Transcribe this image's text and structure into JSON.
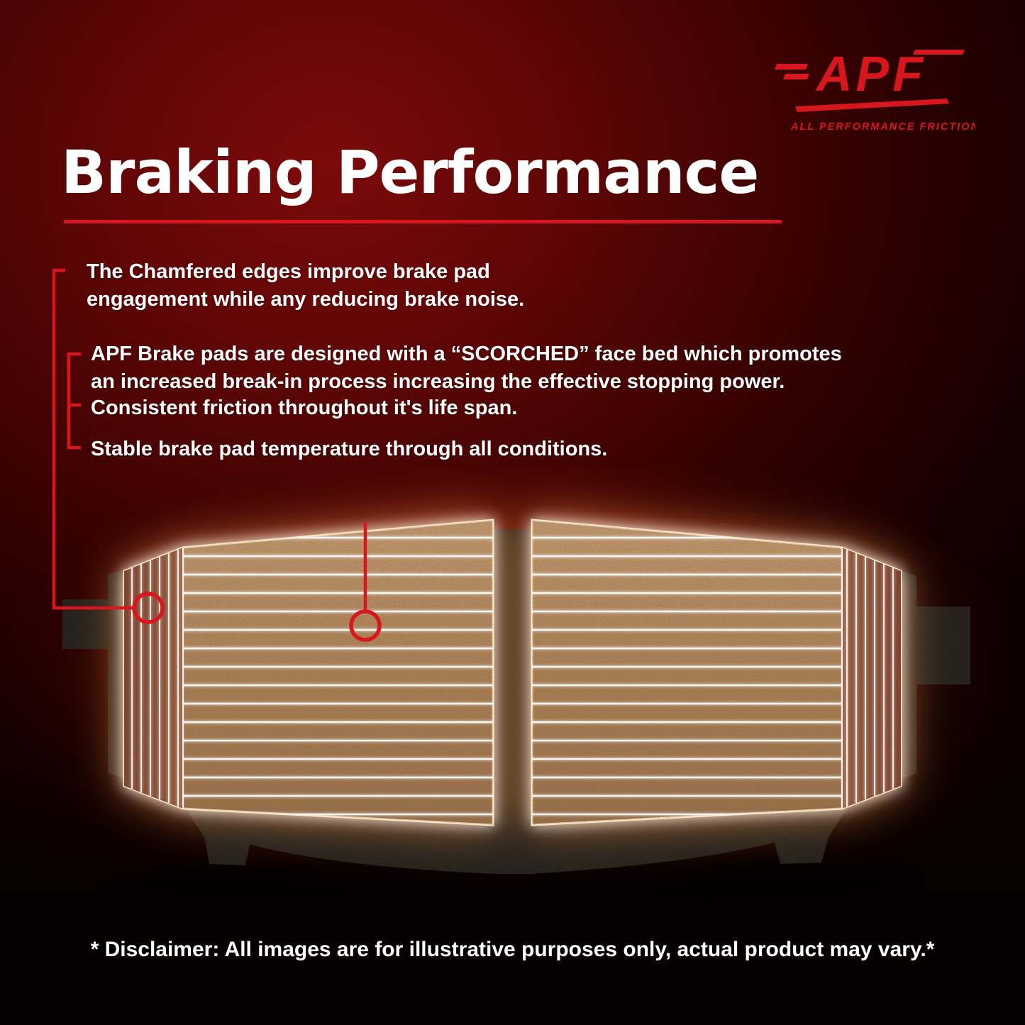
{
  "page": {
    "title": "Braking Performance",
    "disclaimer": "* Disclaimer: All images are for illustrative purposes only, actual product may vary.*"
  },
  "logo": {
    "name": "APF",
    "tagline": "ALL PERFORMANCE FRICTION"
  },
  "features": [
    {
      "text": "The Chamfered edges improve brake pad engagement while any reducing brake noise."
    },
    {
      "text": "APF Brake pads are designed with a “SCORCHED” face bed which promotes an increased break-in process increasing the effective stopping power."
    },
    {
      "text": "Consistent friction throughout it's life span."
    },
    {
      "text": "Stable brake pad temperature through all conditions."
    }
  ],
  "colors": {
    "accent_red": "#d8161d",
    "background_red": "#7c0a0a",
    "pad_copper": "#a97c52",
    "chamfer_brown": "#6e2a1e",
    "plate_black": "#17120e",
    "glow_amber": "#ffb36b"
  }
}
